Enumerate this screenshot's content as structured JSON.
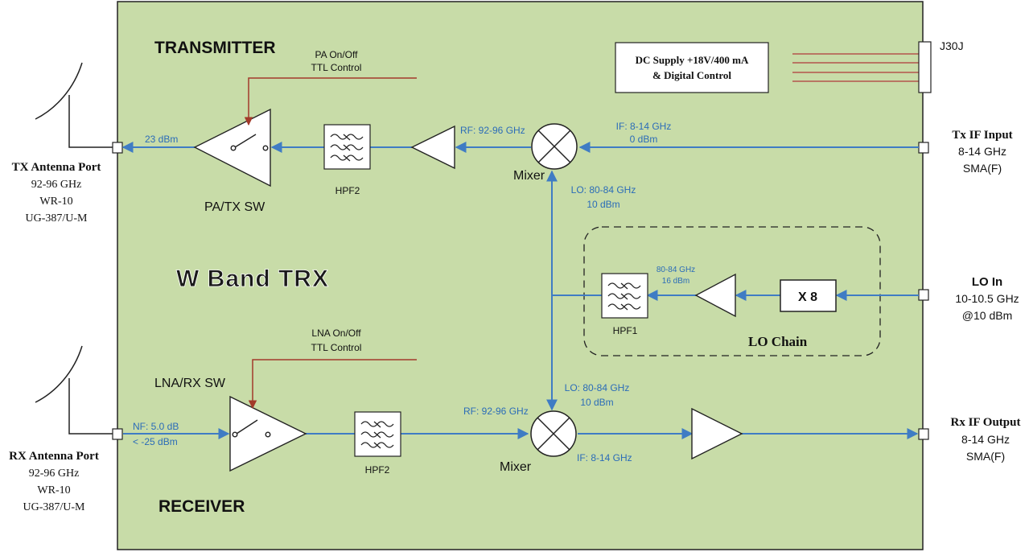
{
  "diagram": {
    "title": "W Band TRX",
    "sections": {
      "transmitter": "TRANSMITTER",
      "receiver": "RECEIVER"
    },
    "connector": "J30J",
    "dc_supply": {
      "line1": "DC Supply +18V/400 mA",
      "line2": "& Digital Control"
    },
    "tx_antenna": {
      "title": "TX Antenna Port",
      "lines": [
        "92-96 GHz",
        "WR-10",
        "UG-387/U-M"
      ]
    },
    "rx_antenna": {
      "title": "RX Antenna Port",
      "lines": [
        "92-96 GHz",
        "WR-10",
        "UG-387/U-M"
      ]
    },
    "tx_if": {
      "title": "Tx IF Input",
      "lines": [
        "8-14 GHz",
        "SMA(F)"
      ]
    },
    "lo_in": {
      "title": "LO In",
      "lines": [
        "10-10.5 GHz",
        "@10 dBm"
      ]
    },
    "rx_if": {
      "title": "Rx IF Output",
      "lines": [
        "8-14 GHz",
        "SMA(F)"
      ]
    },
    "tx_chain": {
      "pa_control": [
        "PA On/Off",
        "TTL Control"
      ],
      "pa_label": "PA/TX SW",
      "out_power": "23 dBm",
      "hpf": "HPF2",
      "rf": "RF: 92-96 GHz",
      "if": [
        "IF: 8-14 GHz",
        "0 dBm"
      ],
      "mixer": "Mixer",
      "lo": [
        "LO: 80-84 GHz",
        "10 dBm"
      ]
    },
    "lo_chain": {
      "label": "LO Chain",
      "multiplier": "X 8",
      "hpf": "HPF1",
      "lo": [
        "80-84 GHz",
        "16 dBm"
      ]
    },
    "rx_chain": {
      "lna_control": [
        "LNA On/Off",
        "TTL Control"
      ],
      "lna_label": "LNA/RX SW",
      "nf": [
        "NF: 5.0 dB",
        "< -25 dBm"
      ],
      "hpf": "HPF2",
      "rf": "RF: 92-96 GHz",
      "mixer": "Mixer",
      "lo": [
        "LO: 80-84 GHz",
        "10 dBm"
      ],
      "if": "IF: 8-14 GHz"
    }
  },
  "colors": {
    "board": "#c8dca8",
    "signal": "#3f7cc4",
    "control": "#a23a2a",
    "dc_lines": "#b03a3a"
  },
  "icons": [
    "antenna-icon",
    "amplifier-icon",
    "switch-icon",
    "filter-icon",
    "mixer-icon",
    "connector-icon"
  ]
}
